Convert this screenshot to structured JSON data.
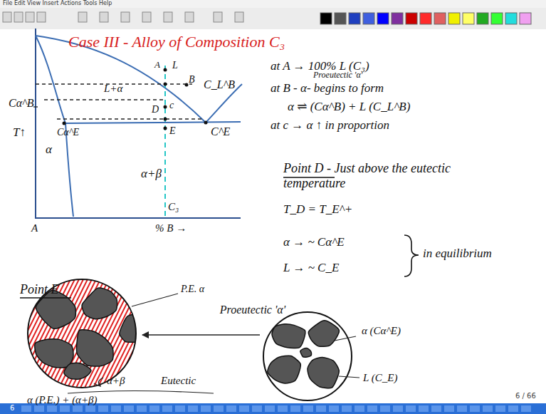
{
  "diagram": {
    "title": "Case III - Alloy of Composition C₃",
    "labels": [
      "File Edit View Insert Actions Tools Help",
      "Cα^B",
      "A",
      "L",
      "B",
      "C_L^B",
      "L+α",
      "c",
      "D",
      "E",
      "T↑",
      "α",
      "Cα^E",
      "C^E",
      "α+β",
      "C₃",
      "A",
      "% B →",
      "at A → 100% L (C₃)",
      "Proeutectic 'α'",
      "at B - α- begins to form",
      "α ⇌ (Cα^B) + L (C_L^B)",
      "at c → α ↑ in proportion",
      "Point D - Just above the eutectic temperature",
      "T_D = T_E^+",
      "α → ~ Cα^E",
      "L → ~ C_E",
      "in equilibrium",
      "Point E",
      "P.E. α",
      "Proeutectic 'α'",
      "α (Cα^E)",
      "L (C_E)",
      "α+β",
      "Eutectic",
      "α (P.E.) + (α+β)",
      "6 / 66",
      "6"
    ]
  }
}
